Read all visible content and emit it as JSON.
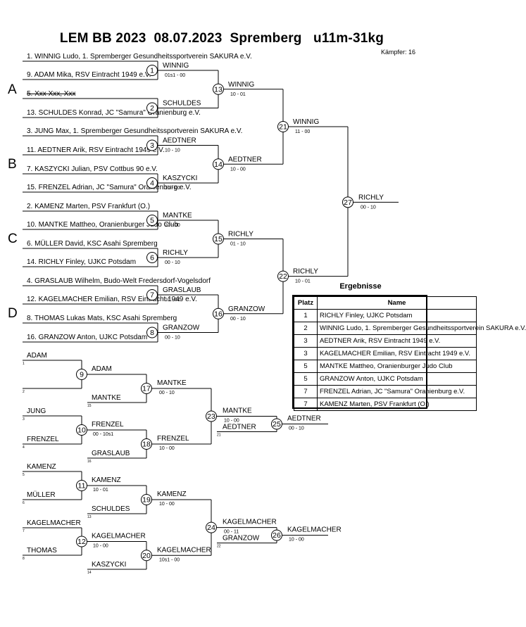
{
  "header": {
    "title": "LEM BB 2023  08.07.2023  Spremberg   u11m-31kg",
    "fighters": "Kämpfer: 16"
  },
  "pools": [
    "A",
    "B",
    "C",
    "D"
  ],
  "entries": [
    {
      "label": "1. WINNIG Ludo, 1. Spremberger Gesundheitssportverein SAKURA e.V.",
      "struck": false
    },
    {
      "label": "9. ADAM Mika, RSV Eintracht 1949 e.V.",
      "struck": false
    },
    {
      "label": "5. Xxx Xxx, Xxx",
      "struck": true
    },
    {
      "label": "13. SCHULDES Konrad, JC \"Samura\" Oranienburg e.V.",
      "struck": false
    },
    {
      "label": "3. JUNG Max, 1. Spremberger Gesundheitssportverein SAKURA e.V.",
      "struck": false
    },
    {
      "label": "11. AEDTNER Arik, RSV Eintracht 1949 e.V.",
      "struck": false
    },
    {
      "label": "7. KASZYCKI Julian, PSV Cottbus 90 e.V.",
      "struck": false
    },
    {
      "label": "15. FRENZEL Adrian, JC \"Samura\" Oranienburg e.V.",
      "struck": false
    },
    {
      "label": "2. KAMENZ Marten, PSV Frankfurt (O.)",
      "struck": false
    },
    {
      "label": "10. MANTKE Mattheo, Oranienburger Judo Club",
      "struck": false
    },
    {
      "label": "6. MÜLLER David, KSC Asahi Spremberg",
      "struck": false
    },
    {
      "label": "14. RICHLY Finley, UJKC Potsdam",
      "struck": false
    },
    {
      "label": "4. GRASLAUB Wilhelm, Budo-Welt Fredersdorf-Vogelsdorf",
      "struck": false
    },
    {
      "label": "12. KAGELMACHER Emilian, RSV Eintracht 1949 e.V.",
      "struck": false
    },
    {
      "label": "8. THOMAS Lukas Mats, KSC Asahi Spremberg",
      "struck": false
    },
    {
      "label": "16. GRANZOW Anton, UJKC Potsdam",
      "struck": false
    }
  ],
  "main_bouts": [
    {
      "no": "1",
      "winner": "WINNIG",
      "score": "01s1 - 00"
    },
    {
      "no": "2",
      "winner": "SCHULDES",
      "score": ""
    },
    {
      "no": "3",
      "winner": "AEDTNER",
      "score": "10 - 10"
    },
    {
      "no": "4",
      "winner": "KASZYCKI",
      "score": "10 - 00"
    },
    {
      "no": "5",
      "winner": "MANTKE",
      "score": "10 - 00"
    },
    {
      "no": "6",
      "winner": "RICHLY",
      "score": "00 - 10"
    },
    {
      "no": "7",
      "winner": "GRASLAUB",
      "score": "10 - 01"
    },
    {
      "no": "8",
      "winner": "GRANZOW",
      "score": "00 - 10"
    },
    {
      "no": "13",
      "winner": "WINNIG",
      "score": "10 - 01"
    },
    {
      "no": "14",
      "winner": "AEDTNER",
      "score": "10 - 00"
    },
    {
      "no": "15",
      "winner": "RICHLY",
      "score": "01 - 10"
    },
    {
      "no": "16",
      "winner": "GRANZOW",
      "score": "00 - 10"
    },
    {
      "no": "21",
      "winner": "WINNIG",
      "score": "11 - 00"
    },
    {
      "no": "22",
      "winner": "RICHLY",
      "score": "10 - 01"
    },
    {
      "no": "27",
      "winner": "RICHLY",
      "score": "00 - 10"
    }
  ],
  "repechage_seeds": [
    {
      "name": "ADAM",
      "no": "1"
    },
    {
      "name": "",
      "no": "2"
    },
    {
      "name": "JUNG",
      "no": "3"
    },
    {
      "name": "FRENZEL",
      "no": "4"
    },
    {
      "name": "KAMENZ",
      "no": "5"
    },
    {
      "name": "MÜLLER",
      "no": "6"
    },
    {
      "name": "KAGELMACHER",
      "no": "7"
    },
    {
      "name": "THOMAS",
      "no": "8"
    }
  ],
  "repechage_drops": [
    {
      "name": "MANTKE",
      "no": "15"
    },
    {
      "name": "GRASLAUB",
      "no": "16"
    },
    {
      "name": "SCHULDES",
      "no": "13"
    },
    {
      "name": "KASZYCKI",
      "no": "14"
    }
  ],
  "repechage_late_drops": [
    {
      "name": "AEDTNER",
      "no": "21"
    },
    {
      "name": "GRANZOW",
      "no": "22"
    }
  ],
  "repechage_bouts": [
    {
      "no": "9",
      "winner": "ADAM",
      "score": ""
    },
    {
      "no": "10",
      "winner": "FRENZEL",
      "score": "00 - 10s1"
    },
    {
      "no": "11",
      "winner": "KAMENZ",
      "score": "10 - 01"
    },
    {
      "no": "12",
      "winner": "KAGELMACHER",
      "score": "10 - 00"
    },
    {
      "no": "17",
      "winner": "MANTKE",
      "score": "00 - 10"
    },
    {
      "no": "18",
      "winner": "FRENZEL",
      "score": "10 - 00"
    },
    {
      "no": "19",
      "winner": "KAMENZ",
      "score": "10 - 00"
    },
    {
      "no": "20",
      "winner": "KAGELMACHER",
      "score": "10s1 - 00"
    },
    {
      "no": "23",
      "winner": "MANTKE",
      "score": "10 - 00"
    },
    {
      "no": "24",
      "winner": "KAGELMACHER",
      "score": "00 - 11"
    },
    {
      "no": "25",
      "winner": "AEDTNER",
      "score": "00 - 10"
    },
    {
      "no": "26",
      "winner": "KAGELMACHER",
      "score": "10 - 00"
    }
  ],
  "results": {
    "caption": "Ergebnisse",
    "headers": [
      "Platz",
      "Name"
    ],
    "rows": [
      {
        "place": "1",
        "name": "RICHLY Finley, UJKC Potsdam"
      },
      {
        "place": "2",
        "name": "WINNIG Ludo, 1. Spremberger Gesundheitssportverein SAKURA e.V."
      },
      {
        "place": "3",
        "name": "AEDTNER Arik, RSV Eintracht 1949 e.V."
      },
      {
        "place": "3",
        "name": "KAGELMACHER Emilian, RSV Eintracht 1949 e.V."
      },
      {
        "place": "5",
        "name": "MANTKE Mattheo, Oranienburger Judo Club"
      },
      {
        "place": "5",
        "name": "GRANZOW Anton, UJKC Potsdam"
      },
      {
        "place": "7",
        "name": "FRENZEL Adrian, JC \"Samura\" Oranienburg e.V."
      },
      {
        "place": "7",
        "name": "KAMENZ Marten, PSV Frankfurt (O.)"
      }
    ]
  }
}
